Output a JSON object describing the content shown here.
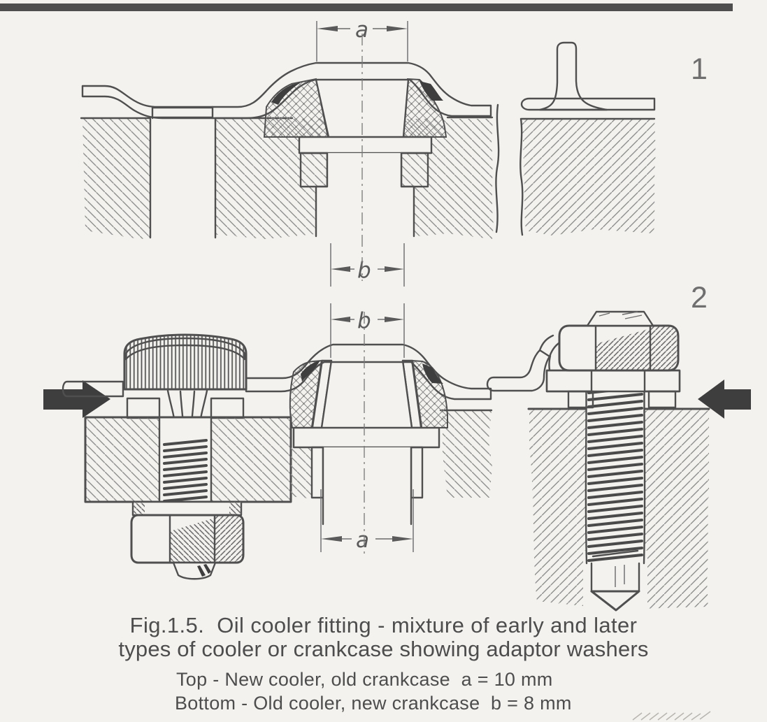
{
  "caption": {
    "line1": "Fig.1.5.  Oil cooler fitting - mixture of early and later",
    "line2": "types of cooler or crankcase showing adaptor washers",
    "note_top": "Top - New cooler, old crankcase  a = 10 mm",
    "note_bottom": "Bottom - Old cooler, new crankcase  b = 8 mm"
  },
  "figure1": {
    "number": "1",
    "dim_top_label": "a",
    "dim_bottom_label": "b"
  },
  "figure2": {
    "number": "2",
    "dim_top_label": "b",
    "dim_bottom_label": "a"
  },
  "colors": {
    "paper": "#f3f2ee",
    "ink": "#4f4f4f",
    "hatch": "#8d8d8d",
    "top_band": "#4e4e4e",
    "arrow": "#3e3e3e",
    "label_gray": "#6f6f6f"
  }
}
